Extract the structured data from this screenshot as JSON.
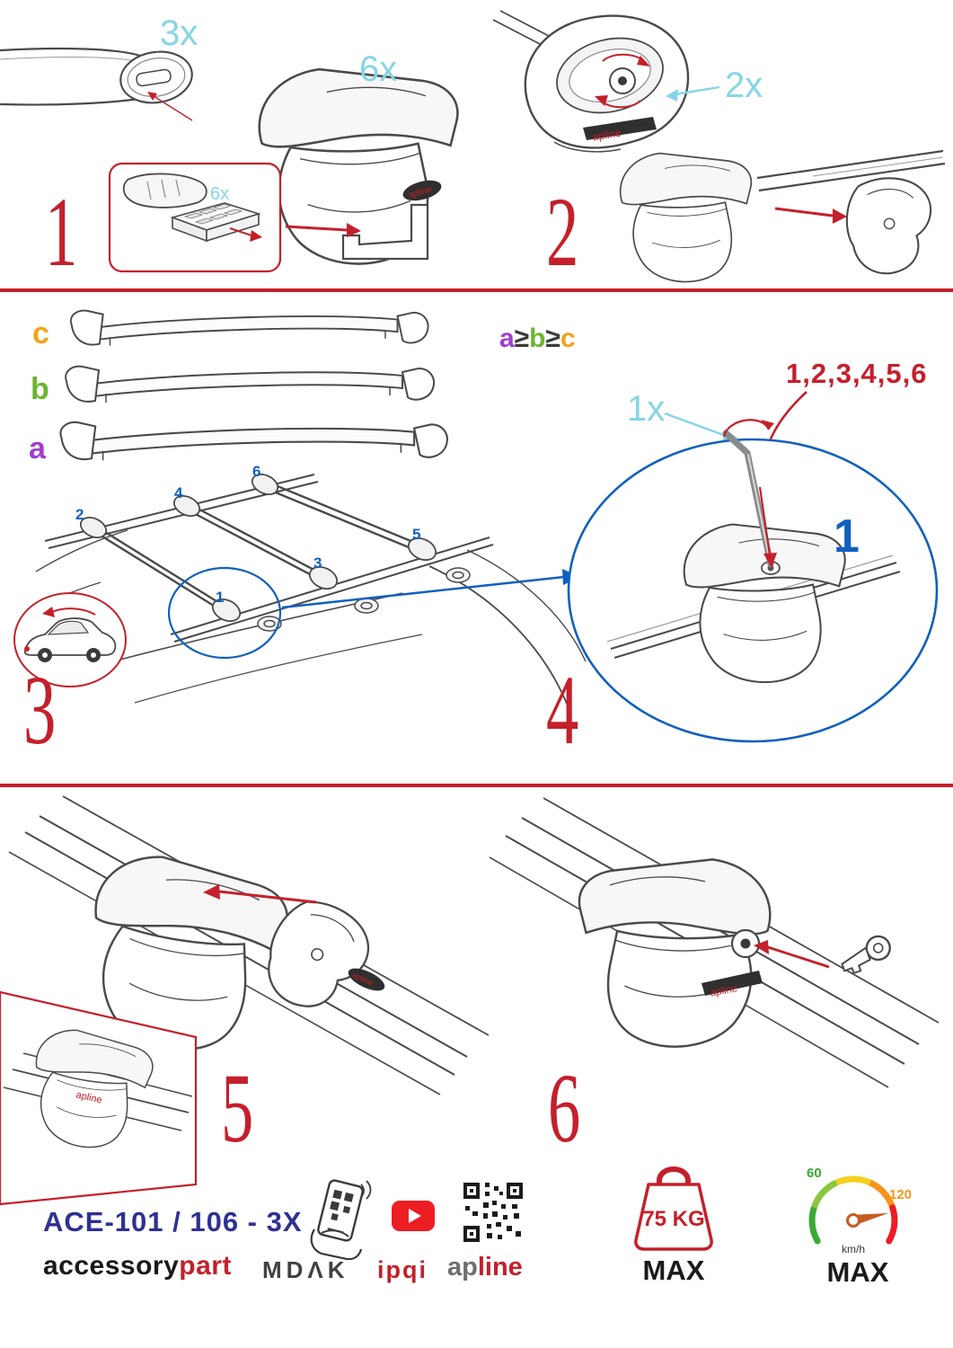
{
  "colors": {
    "accent_red": "#c4202b",
    "cyan": "#86d5e5",
    "blue": "#1060bf",
    "navy": "#2e3192",
    "orange": "#f5a21b",
    "green": "#6cb52d",
    "purple": "#a13dd1",
    "dark": "#1a1a1a"
  },
  "steps": {
    "s1": {
      "num": "1",
      "bar_qty": "3x",
      "foot_qty": "6x",
      "pad_qty": "6x"
    },
    "s2": {
      "num": "2",
      "qty": "2x"
    },
    "s3": {
      "num": "3",
      "size_c": "c",
      "size_b": "b",
      "size_a": "a",
      "f_a": "a",
      "f_ge1": "≥",
      "f_b": "b",
      "f_ge2": "≥",
      "f_c": "c",
      "p1": "1",
      "p2": "2",
      "p3": "3",
      "p4": "4",
      "p5": "5",
      "p6": "6"
    },
    "s4": {
      "num": "4",
      "sequence": "1,2,3,4,5,6",
      "qty": "1x",
      "highlight": "1"
    },
    "s5": {
      "num": "5"
    },
    "s6": {
      "num": "6"
    }
  },
  "brand": {
    "small": "apline"
  },
  "footer": {
    "model": "ACE-101 / 106 - 3X",
    "brand_black": "accessory",
    "brand_red": "part",
    "mdak": "MDΛK",
    "ipqi": "ipqi",
    "apline_gray": "ap",
    "apline_red": "line",
    "weight": "75 KG",
    "weight_max": "MAX",
    "speed_low": "60",
    "speed_high": "120",
    "speed_unit": "km/h",
    "speed_max": "MAX"
  }
}
